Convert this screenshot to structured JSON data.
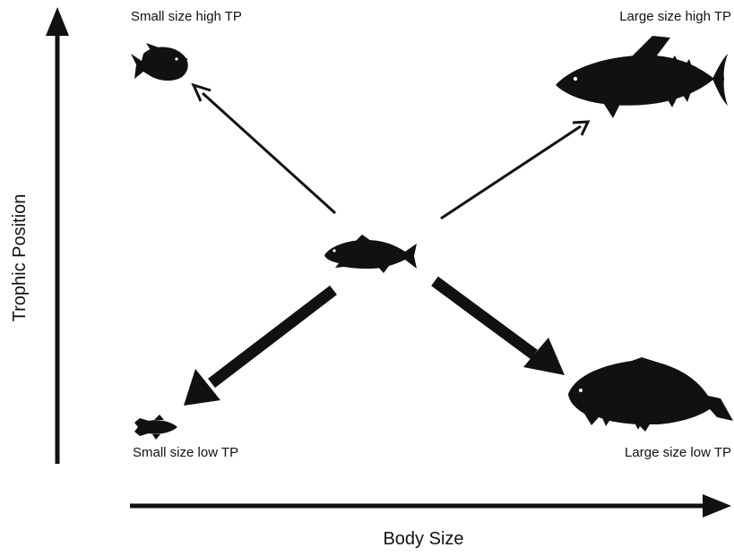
{
  "axes": {
    "x_label": "Body Size",
    "y_label": "Trophic Position"
  },
  "corners": {
    "small_high": "Small size high TP",
    "large_high": "Large size high TP",
    "small_low": "Small size low TP",
    "large_low": "Large size low TP"
  },
  "colors": {
    "ink": "#111111",
    "background": "#ffffff"
  },
  "icons": {
    "center": "fish-silhouette-icon",
    "small_high": "piranha-silhouette-icon",
    "large_high": "tuna-silhouette-icon",
    "small_low": "minnow-silhouette-icon",
    "large_low": "carp-silhouette-icon"
  },
  "arrow_emphasis": {
    "to_small_high": "thin",
    "to_large_high": "thin",
    "to_small_low": "thick",
    "to_large_low": "thick"
  }
}
